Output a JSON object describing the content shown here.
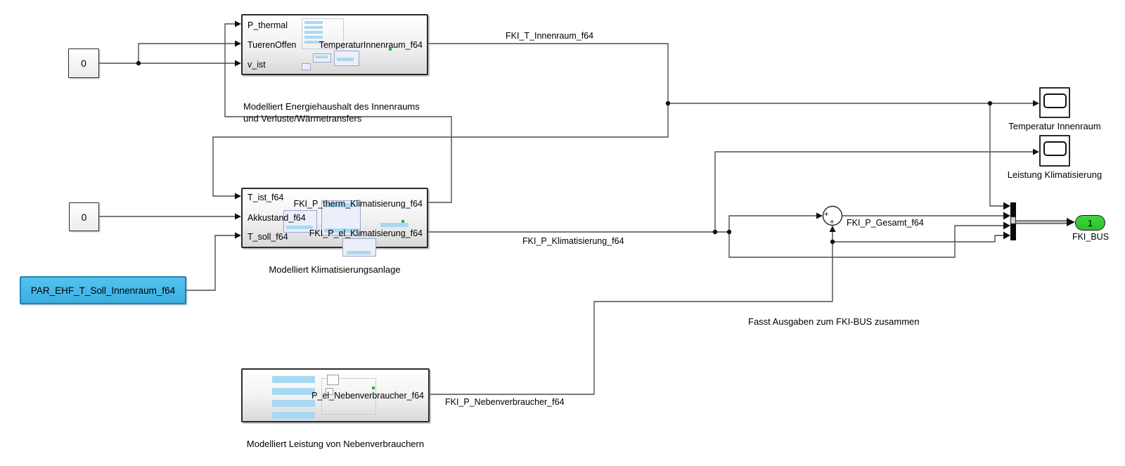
{
  "blocks": {
    "constant1": {
      "value": "0"
    },
    "constant2": {
      "value": "0"
    },
    "par_block": {
      "label": "PAR_EHF_T_Soll_Innenraum_f64",
      "fill": "#45b7e8"
    },
    "subsystem1": {
      "inputs": [
        "P_thermal",
        "TuerenOffen",
        "v_ist"
      ],
      "output": "TemperaturInnenraum_f64",
      "caption_line1": "Modelliert Energiehaushalt des Innenraums",
      "caption_line2": "und Verluste/Wärmetransfers"
    },
    "subsystem2": {
      "inputs": [
        "T_ist_f64",
        "Akkustand_f64",
        "T_soll_f64"
      ],
      "outputs": [
        "FKI_P_therm_Klimatisierung_f64",
        "FKI_P_el_Klimatisierung_f64"
      ],
      "caption": "Modelliert Klimatisierungsanlage"
    },
    "subsystem3": {
      "output": "P_el_Nebenverbraucher_f64",
      "caption": "Modelliert Leistung von Nebenverbrauchern"
    },
    "scope1": {
      "label": "Temperatur Innenraum"
    },
    "scope2": {
      "label": "Leistung Klimatisierung"
    },
    "sum": {
      "sign_left": "+",
      "sign_bottom": "+"
    },
    "outport": {
      "number": "1",
      "label": "FKI_BUS",
      "fill": "#2fc72f"
    }
  },
  "signal_labels": {
    "fki_t_innenraum": "FKI_T_Innenraum_f64",
    "fki_p_klimatisierung": "FKI_P_Klimatisierung_f64",
    "fki_p_nebenverbraucher": "FKI_P_Nebenverbraucher_f64",
    "fki_p_gesamt": "FKI_P_Gesamt_f64"
  },
  "annotations": {
    "bus_note": "Fasst Ausgaben zum FKI-BUS zusammen"
  }
}
